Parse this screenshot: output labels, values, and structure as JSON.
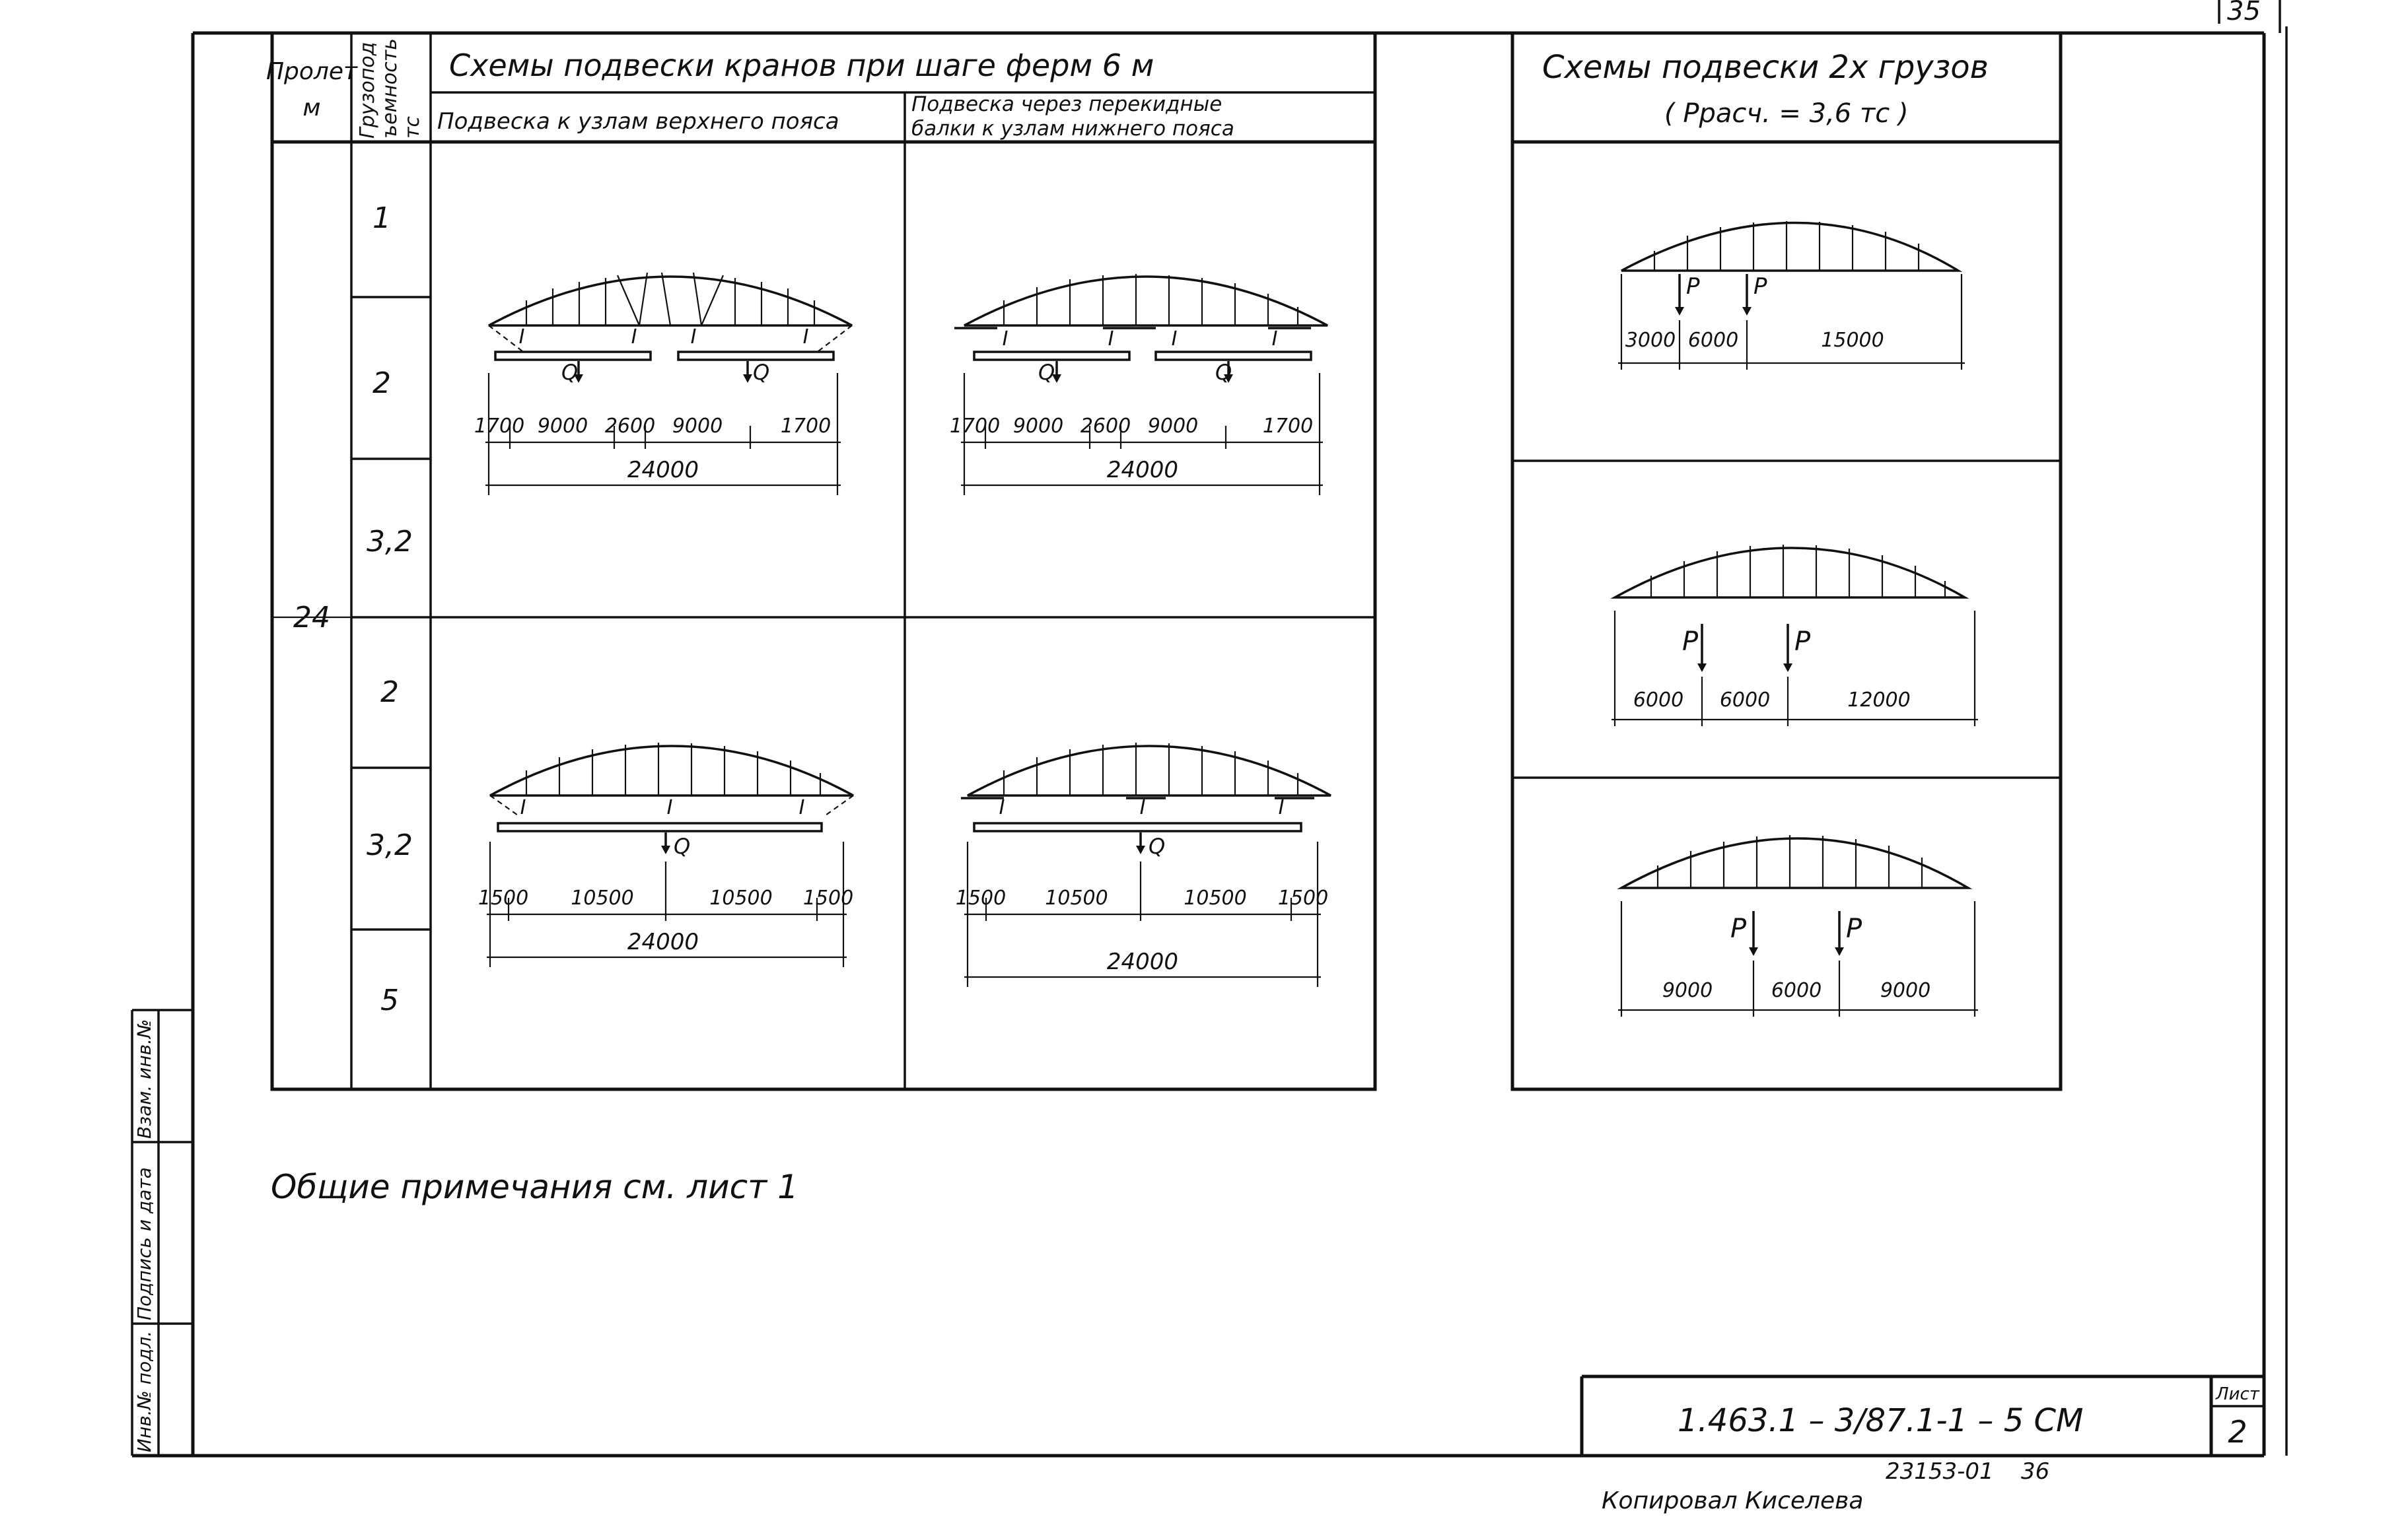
{
  "sheet_number_corner": "35",
  "table": {
    "header_span": "Пролет",
    "header_span_unit": "м",
    "header_capacity_1": "Грузопод",
    "header_capacity_2": "ъемность",
    "header_capacity_3": "тс",
    "header_schemes_title": "Схемы подвески кранов при шаге ферм 6 м",
    "header_col_top": "Подвеска к узлам верхнего пояса",
    "header_col_bottom_1": "Подвеска через перекидные",
    "header_col_bottom_2": "балки к узлам нижнего пояса",
    "span_value": "24",
    "capacities": [
      "1",
      "2",
      "3,2",
      "2",
      "3,2",
      "5"
    ]
  },
  "scheme_two_cranes": {
    "dims": [
      "1700",
      "9000",
      "2600",
      "9000",
      "1700"
    ],
    "total": "24000",
    "load": "Q",
    "beam_mark": "I"
  },
  "scheme_one_crane": {
    "dims": [
      "1500",
      "10500",
      "10500",
      "1500"
    ],
    "total": "24000",
    "load": "Q",
    "beam_mark": "I"
  },
  "loads_panel": {
    "title": "Схемы подвески 2х грузов",
    "title_sup": "х",
    "subtitle": "( Pрасч. = 3,6 тс )",
    "load": "P",
    "schemes": [
      {
        "dims": [
          "3000",
          "6000",
          "15000"
        ]
      },
      {
        "dims": [
          "6000",
          "6000",
          "12000"
        ]
      },
      {
        "dims": [
          "9000",
          "6000",
          "9000"
        ]
      }
    ]
  },
  "note": "Общие примечания см. лист 1",
  "title_block": {
    "code": "1.463.1 – 3/87.1-1 – 5 СМ",
    "sheet_label": "Лист",
    "sheet_number": "2",
    "archive_number": "23153-01",
    "archive_page": "36",
    "bottom_text": "Копировал   Киселева"
  },
  "side_stamp": {
    "inv_orig": "Инв.№ подл.",
    "sign_date": "Подпись и дата",
    "inv_dup": "Взам. инв.№"
  }
}
